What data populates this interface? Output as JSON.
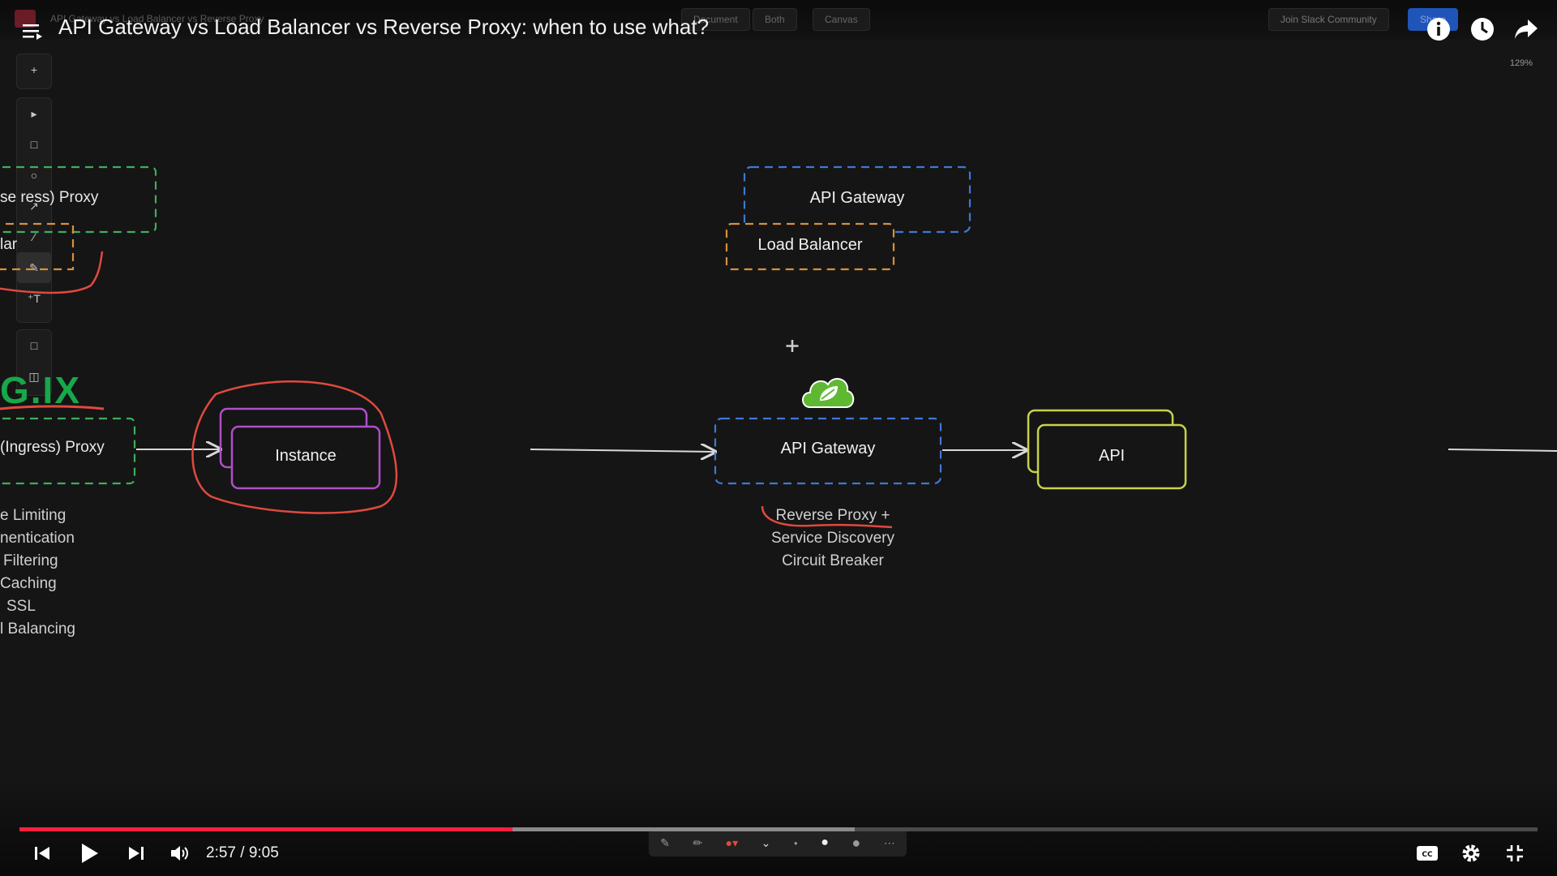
{
  "app": {
    "ghost_doc_title": "API Gateway vs Load Balancer vs Reverse Proxy",
    "ghost_tabs": [
      "Document",
      "Both",
      "Canvas"
    ],
    "ghost_join": "Join Slack Community",
    "ghost_share": "Share",
    "zoom": "129%"
  },
  "player": {
    "title": "API Gateway vs Load Balancer vs Reverse Proxy: when to use what?",
    "current_time": "2:57",
    "duration": "9:05",
    "time_display": "2:57 / 9:05",
    "progress_fraction": 0.3248,
    "buffered_fraction": 0.55,
    "accent": "#ff1f3d"
  },
  "icons": {
    "menu": "playlist-menu-icon",
    "info": "info-icon",
    "watch_later": "clock-icon",
    "share": "share-icon",
    "prev": "previous-icon",
    "play": "play-icon",
    "next": "next-icon",
    "volume": "volume-icon",
    "cc": "closed-captions-icon",
    "settings": "gear-icon",
    "exit_fullscreen": "exit-fullscreen-icon"
  },
  "canvas": {
    "left_proxy_top": "se  ress) Proxy",
    "left_lb_fragment": "lar",
    "nginx_fragment": "G.IX",
    "left_proxy_bottom": "(Ingress) Proxy",
    "instance": "Instance",
    "features": [
      "e Limiting",
      "nentication",
      "Filtering",
      "Caching",
      "SSL",
      "l Balancing"
    ],
    "top_api_gateway": "API Gateway",
    "top_load_balancer": "Load Balancer",
    "mid_api_gateway": "API Gateway",
    "api": "API",
    "gateway_notes": [
      "Reverse Proxy +",
      "Service Discovery",
      "Circuit Breaker"
    ]
  },
  "colors": {
    "green_box": "#3fae5b",
    "orange_box": "#d9903a",
    "blue_box": "#3f78d6",
    "purple_box": "#b04fc9",
    "red_ink": "#e0493f",
    "yellow_box": "#c8d24a",
    "nginx_green": "#17a84a"
  }
}
